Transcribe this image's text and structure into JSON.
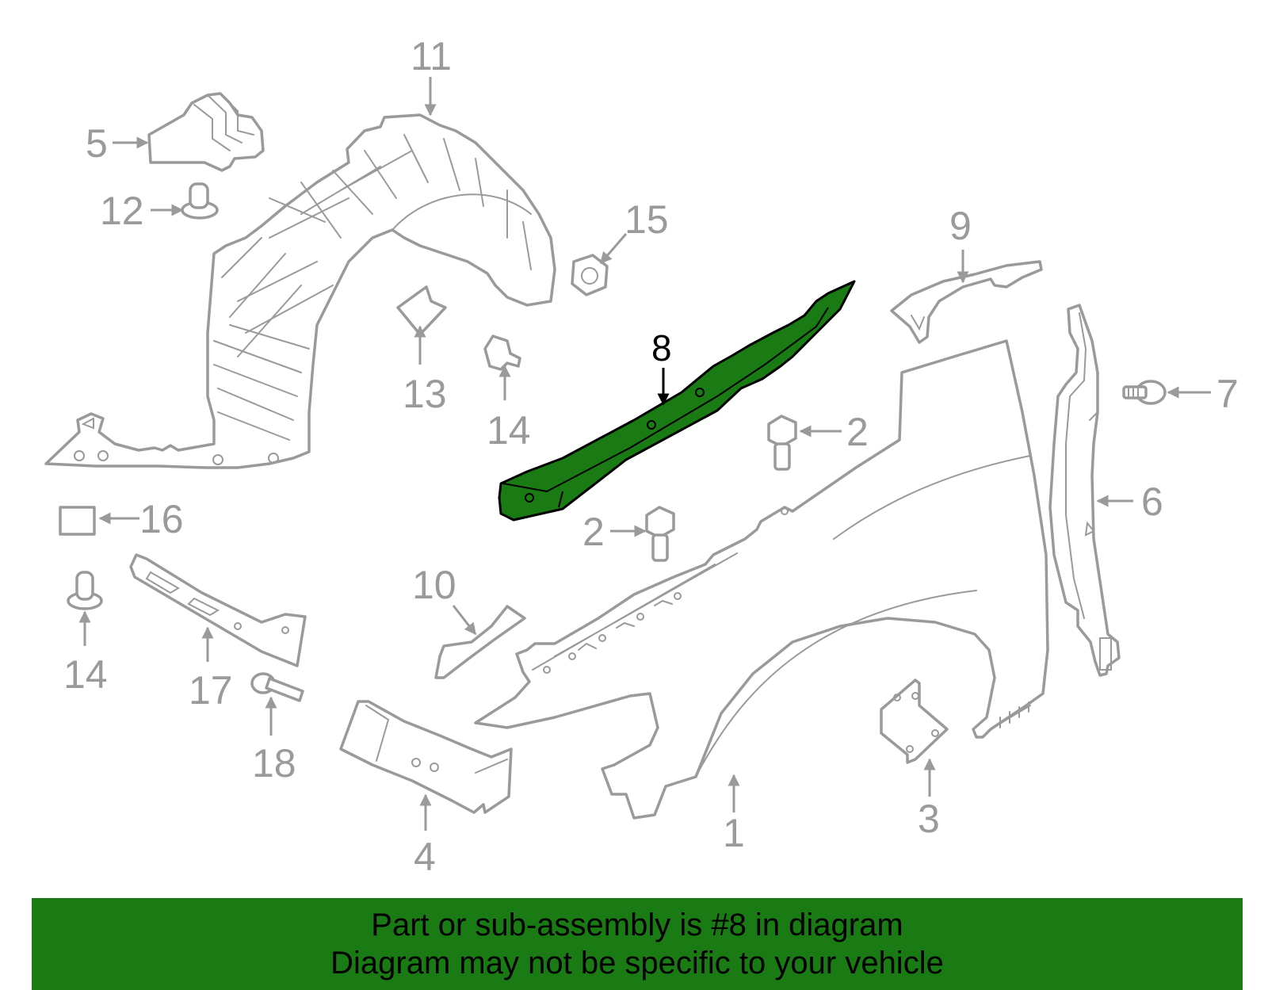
{
  "diagram": {
    "highlight_color": "#1a7a14",
    "line_color": "#9a9a9a",
    "highlighted_part": "8",
    "callouts": {
      "c1": "1",
      "c2a": "2",
      "c2b": "2",
      "c3": "3",
      "c4": "4",
      "c5": "5",
      "c6": "6",
      "c7": "7",
      "c8": "8",
      "c9": "9",
      "c10": "10",
      "c11": "11",
      "c12": "12",
      "c13": "13",
      "c14a": "14",
      "c14b": "14",
      "c15": "15",
      "c16": "16",
      "c17": "17",
      "c18": "18"
    }
  },
  "banner": {
    "line1": "Part or sub-assembly is #8 in diagram",
    "line2": "Diagram may not be specific to your vehicle"
  }
}
